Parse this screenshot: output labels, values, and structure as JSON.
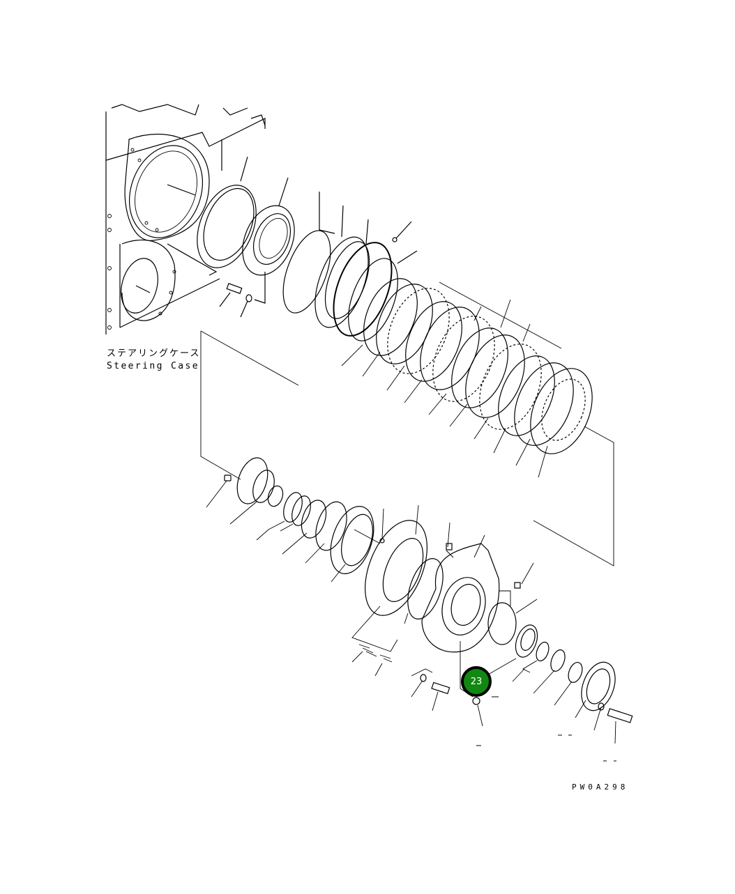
{
  "diagram": {
    "title_jp": "ステアリングケース",
    "title_en": "Steering Case",
    "drawing_code": "PW0A298",
    "highlighted_callout": {
      "number": "23",
      "fill_color": "#118811",
      "border_color": "#000000",
      "text_color": "#ffffff"
    },
    "colors": {
      "line": "#000000",
      "background": "#ffffff"
    }
  }
}
